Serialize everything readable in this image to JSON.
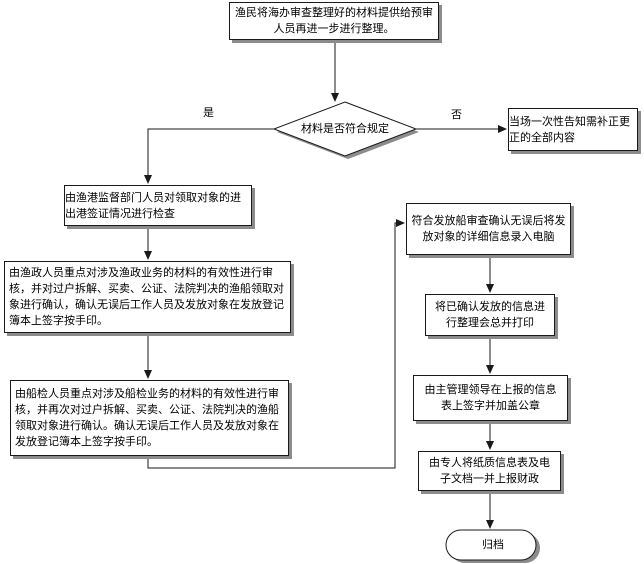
{
  "nodes": {
    "start": "渔民将海办审查整理好的材料提供给预审人员再进一步进行整理。",
    "decision": "材料是否符合规定",
    "notify": "当场一次性告知需补正更正的全部内容",
    "port_check": "由渔港监督部门人员对领取对象的进出港签证情况进行检查",
    "fishery_review": "由渔政人员重点对涉及渔政业务的材料的有效性进行审核，并对过户拆解、买卖、公证、法院判决的渔船领取对象进行确认，确认无误后工作人员及发放对象在发放登记簿本上签字按手印。",
    "ship_review": "由船检人员重点对涉及船检业务的材料的有效性进行审核，并再次对过户拆解、买卖、公证、法院判决的渔船领取对象进行确认。确认无误后工作人员及发放对象在发放登记簿本上签字按手印。",
    "enter_computer": "符合发放船审查确认无误后将发放对象的详细信息录入电脑",
    "summarize_print": "将已确认发放的信息进行整理会总并打印",
    "leader_sign": "由主管理领导在上报的信息表上签字并加盖公章",
    "submit_finance": "由专人将纸质信息表及电子文档一并上报财政",
    "archive": "归档"
  },
  "labels": {
    "yes": "是",
    "no": "否"
  },
  "colors": {
    "line": "#1a1a1a",
    "shadow": "#8c8c8c"
  }
}
